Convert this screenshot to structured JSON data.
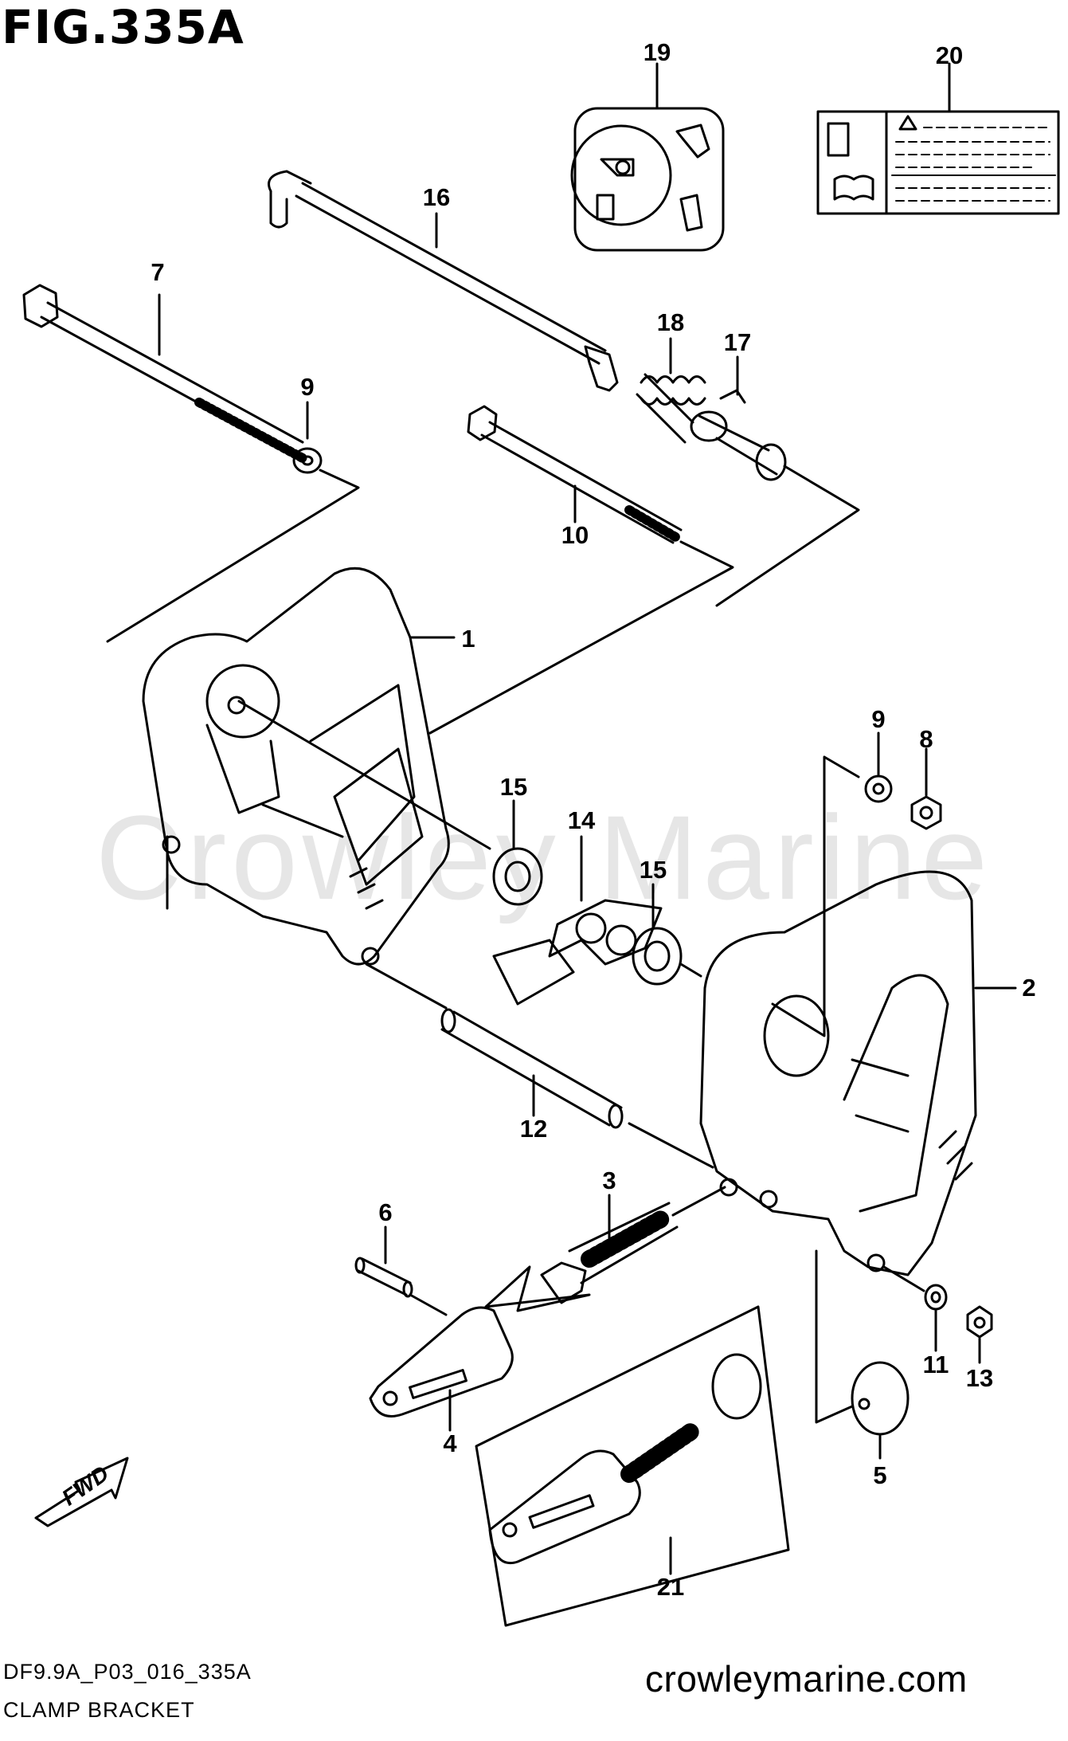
{
  "figure": {
    "title": "FIG.335A",
    "code": "DF9.9A_P03_016_335A",
    "name": "CLAMP BRACKET"
  },
  "watermark": "Crowley Marine",
  "site": "crowleymarine.com",
  "fwd_label": "FWD",
  "callouts": {
    "c1": "1",
    "c2": "2",
    "c3": "3",
    "c4": "4",
    "c5": "5",
    "c6": "6",
    "c7": "7",
    "c8": "8",
    "c9a": "9",
    "c9b": "9",
    "c10": "10",
    "c11": "11",
    "c12": "12",
    "c13": "13",
    "c14": "14",
    "c15a": "15",
    "c15b": "15",
    "c16": "16",
    "c17": "17",
    "c18": "18",
    "c19": "19",
    "c20": "20",
    "c21": "21"
  }
}
